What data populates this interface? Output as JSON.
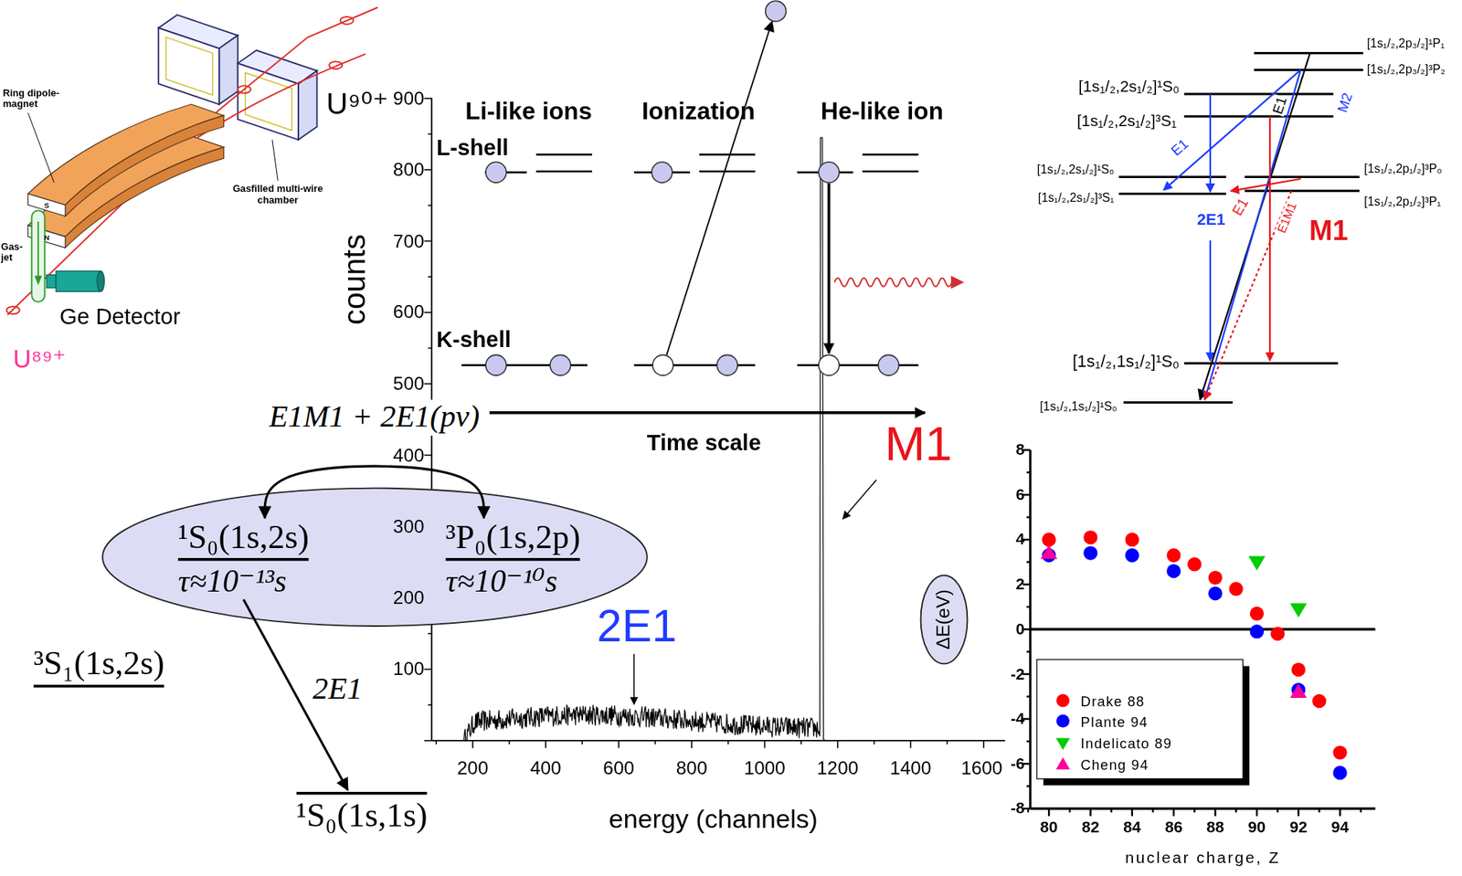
{
  "diagram": {
    "nodes": [
      {
        "text": [
          "¹S₀(1s,2s)",
          "τ≈10⁻¹³s"
        ]
      },
      {
        "text": [
          "³P₀(1s,2p)",
          "τ≈10⁻¹⁰s"
        ]
      },
      {
        "text": [
          "³S₁(1s,2s)"
        ]
      },
      {
        "text": [
          "¹S₀(1s,1s)"
        ]
      },
      {
        "text": [
          "ΔE(eV)"
        ]
      }
    ],
    "edges": [
      {
        "from": 0,
        "to": 1,
        "arrow": "both",
        "label": "E1M1 + 2E1(pν)"
      },
      {
        "from": 0,
        "to": 3,
        "arrow": "to",
        "label": "2E1"
      }
    ],
    "labels": [
      "Ring dipole-magnet",
      "Gasfilled multi-wire chamber",
      "Gas-jet",
      "Ge Detector",
      "U⁹⁰⁺",
      "U⁸⁹⁺",
      "S",
      "N",
      "900",
      "800",
      "700",
      "600",
      "500",
      "400",
      "300",
      "200",
      "100",
      "200",
      "400",
      "600",
      "800",
      "1000",
      "1200",
      "1400",
      "1600",
      "counts",
      "energy (channels)",
      "2E1",
      "M1",
      "Li-like ions",
      "Ionization",
      "He-like ion",
      "L-shell",
      "K-shell",
      "Time scale",
      "[1s₁/₂,2p₃/₂]¹P₁",
      "[1s₁/₂,2p₃/₂]³P₂",
      "[1s₁/₂,2s₁/₂]¹S₀",
      "[1s₁/₂,2s₁/₂]³S₁",
      "[1s₁/₂,2s₁/₂]¹S₀",
      "[1s₁/₂,2s₁/₂]³S₁",
      "[1s₁/₂,2p₁/₂]³P₀",
      "[1s₁/₂,2p₁/₂]³P₁",
      "E1",
      "E1",
      "M2",
      "2E1",
      "E1",
      "M1",
      "E1M1",
      "[1s₁/₂,1s₁/₂]¹S₀",
      "[1s₁/₂,1s₁/₂]¹S₀",
      "8",
      "6",
      "4",
      "2",
      "0",
      "-2",
      "-4",
      "-6",
      "-8",
      "80",
      "82",
      "84",
      "86",
      "88",
      "90",
      "92",
      "94",
      "nuclear charge, Z"
    ],
    "legend": [
      {
        "text": "Drake 88",
        "color": "#ff0000"
      },
      {
        "text": "Plante 94",
        "color": "#0000ff"
      },
      {
        "text": "Indelicato 89",
        "color": "#00cc00"
      },
      {
        "text": "Cheng 94",
        "color": "#ff0099"
      }
    ]
  }
}
